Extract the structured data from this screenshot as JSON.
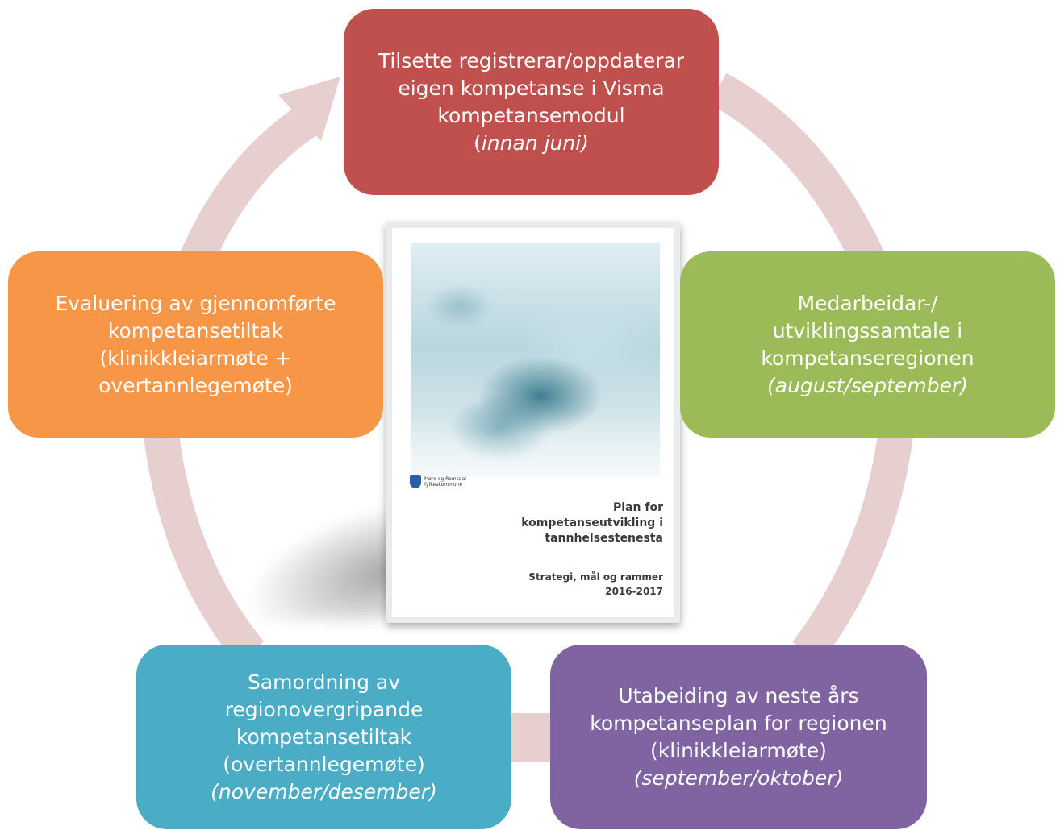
{
  "colors": {
    "ring": "#e8cfcf",
    "top": "#c0504d",
    "right": "#9bbb59",
    "bottom_right": "#8064a2",
    "bottom_left": "#4bacc6",
    "left": "#f79646"
  },
  "steps": {
    "top": {
      "lines": [
        "Tilsette registrerar/oppdaterar",
        "eigen kompetanse i Visma",
        "kompetansemodul"
      ],
      "when_prefix": "(",
      "when": "innan juni)",
      "when_suffix": ""
    },
    "right": {
      "lines": [
        "Medarbeidar-/",
        "utviklingssamtale i",
        "kompetanseregionen"
      ],
      "when": "(august/september)"
    },
    "bottom_right": {
      "lines": [
        "Utabeiding av neste års",
        "kompetanseplan for regionen",
        "(klinikkleiarmøte)"
      ],
      "when": "(september/oktober)"
    },
    "bottom_left": {
      "lines": [
        "Samordning av",
        "regionovergripande",
        "kompetansetiltak",
        "(overtannlegemøte)"
      ],
      "when": "(november/desember)"
    },
    "left": {
      "lines": [
        "Evaluering av gjennomførte",
        "kompetansetiltak",
        "(klinikkleiarmøte +",
        "overtannlegemøte)"
      ]
    }
  },
  "cover": {
    "org_line1": "Møre og Romsdal",
    "org_line2": "fylkeskommune",
    "title_lines": [
      "Plan for",
      "kompetanseutvikling i",
      "tannhelsestenesta"
    ],
    "subtitle_lines": [
      "Strategi, mål og rammer",
      "2016-2017"
    ]
  }
}
